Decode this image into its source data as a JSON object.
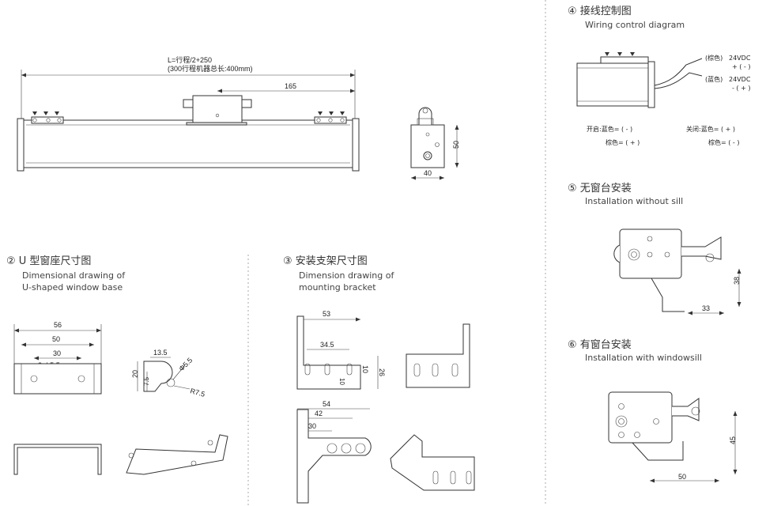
{
  "main_drawing": {
    "length_formula": "L=行程/2+250",
    "length_note": "(300行程机器总长:400mm)",
    "dim_165": "165",
    "end_view_height": "50",
    "end_view_width": "40"
  },
  "section2": {
    "title": "② U 型窗座尺寸图",
    "subtitle_line1": "Dimensional drawing  of",
    "subtitle_line2": "U-shaped window base",
    "dims": {
      "d56": "56",
      "d50": "50",
      "d30": "30",
      "hole": "2-Φ5.5",
      "d13_5": "13.5",
      "d20": "20",
      "d7_5": "7.5",
      "phi5_5": "Φ5.5",
      "r7_5": "R7.5"
    }
  },
  "section3": {
    "title": "③ 安装支架尺寸图",
    "subtitle_line1": "Dimension drawing of",
    "subtitle_line2": "mounting bracket",
    "dims": {
      "d53": "53",
      "d34_5": "34.5",
      "d10a": "10",
      "d10b": "10",
      "d26": "26",
      "d54": "54",
      "d42": "42",
      "d30": "30"
    }
  },
  "section4": {
    "title": "④ 接线控制图",
    "subtitle": "Wiring control diagram",
    "wire_brown_label": "(棕色)",
    "wire_brown_v": "24VDC",
    "wire_brown_pol": "+ ( - )",
    "wire_blue_label": "(蓝色)",
    "wire_blue_v": "24VDC",
    "wire_blue_pol": "- ( + )",
    "open_label": "开启:蓝色= ( - )",
    "open_label2": "棕色= ( + )",
    "close_label": "关闭:蓝色= ( + )",
    "close_label2": "棕色= ( - )"
  },
  "section5": {
    "title": "⑤ 无窗台安装",
    "subtitle": "Installation without sill",
    "d38": "38",
    "d33": "33"
  },
  "section6": {
    "title": "⑥ 有窗台安装",
    "subtitle": "Installation with windowsill",
    "d45": "45",
    "d50": "50"
  }
}
